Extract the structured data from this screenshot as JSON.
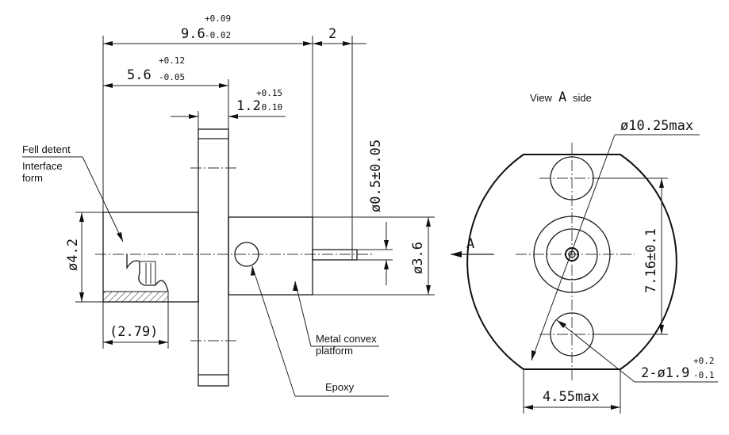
{
  "dimensions": {
    "overall_length": {
      "base": "9.6",
      "upper": "+0.09",
      "lower": "-0.02"
    },
    "gap": "2",
    "body_length": {
      "base": "5.6",
      "upper": "+0.12",
      "lower": "-0.05"
    },
    "flange_thickness": {
      "base": "1.2",
      "upper": "+0.15",
      "lower": "-0.10"
    },
    "pin_diameter": "ø0.5±0.05",
    "left_diameter": "ø4.2",
    "right_diameter": "ø3.6",
    "interface_depth": "(2.79)",
    "hole_spacing": "7.16±0.1",
    "flange_max_dia": "ø10.25max",
    "flange_width": "4.55max",
    "holes": {
      "base": "2-ø1.9",
      "upper": "+0.2",
      "lower": "-0.1"
    }
  },
  "labels": {
    "fell_detent": "Fell detent",
    "interface_form_1": "Interface",
    "interface_form_2": "form",
    "metal_convex_1": "Metal convex",
    "metal_convex_2": "platform",
    "epoxy": "Epoxy",
    "view_prefix": "View",
    "view_letter": "A",
    "view_suffix": "side",
    "view_arrow_letter": "A"
  }
}
